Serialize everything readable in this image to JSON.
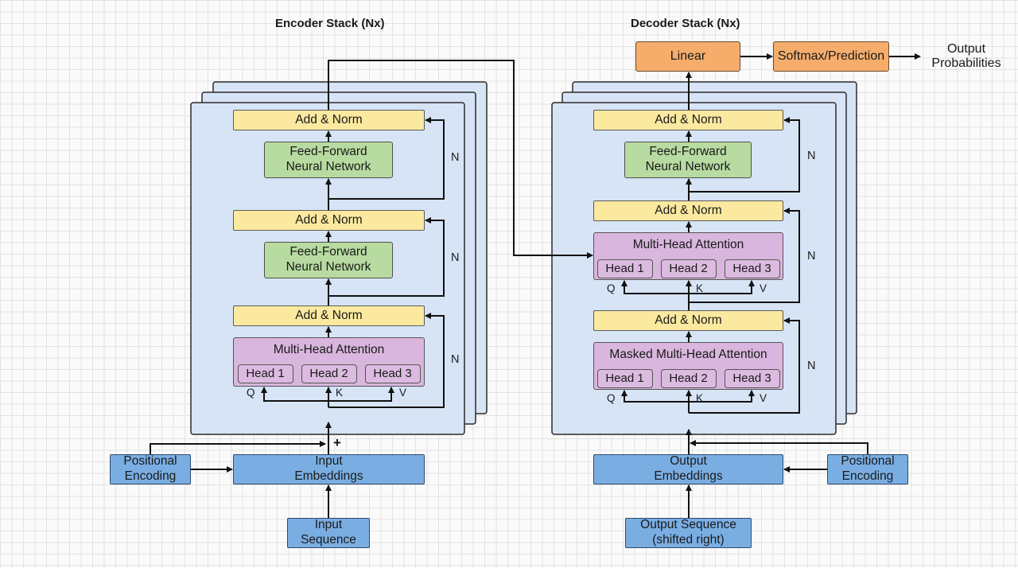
{
  "encoder": {
    "title": "Encoder Stack (Nx)",
    "add_norm": "Add & Norm",
    "ffn_line1": "Feed-Forward",
    "ffn_line2": "Neural Network",
    "mha": "Multi-Head Attention",
    "heads": [
      "Head 1",
      "Head 2",
      "Head 3"
    ],
    "q": "Q",
    "k": "K",
    "v": "V",
    "n": "N",
    "plus": "+",
    "pos_enc_line1": "Positional",
    "pos_enc_line2": "Encoding",
    "input_emb_line1": "Input",
    "input_emb_line2": "Embeddings",
    "input_seq_line1": "Input",
    "input_seq_line2": "Sequence"
  },
  "decoder": {
    "title": "Decoder Stack (Nx)",
    "add_norm": "Add & Norm",
    "ffn_line1": "Feed-Forward",
    "ffn_line2": "Neural Network",
    "mha": "Multi-Head Attention",
    "masked_mha": "Masked Multi-Head Attention",
    "heads": [
      "Head 1",
      "Head 2",
      "Head 3"
    ],
    "q": "Q",
    "k": "K",
    "v": "V",
    "n": "N",
    "output_emb_line1": "Output",
    "output_emb_line2": "Embeddings",
    "pos_enc_line1": "Positional",
    "pos_enc_line2": "Encoding",
    "output_seq_line1": "Output Sequence",
    "output_seq_line2": "(shifted right)"
  },
  "output": {
    "linear": "Linear",
    "softmax": "Softmax/Prediction",
    "probs_line1": "Output",
    "probs_line2": "Probabilities"
  }
}
